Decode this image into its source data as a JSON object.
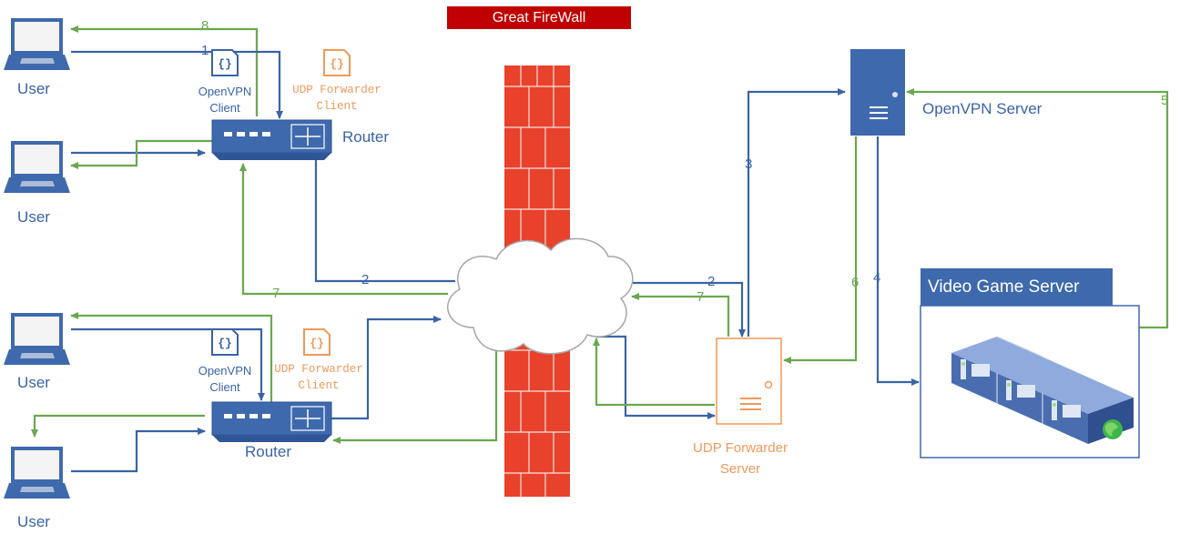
{
  "banner": {
    "great_firewall": "Great FireWall"
  },
  "users": [
    {
      "label": "User"
    },
    {
      "label": "User"
    },
    {
      "label": "User"
    },
    {
      "label": "User"
    }
  ],
  "routers": [
    {
      "label": "Router"
    },
    {
      "label": "Router"
    }
  ],
  "openvpn_client": {
    "line1": "OpenVPN",
    "line2": "Client"
  },
  "udp_forwarder_client": {
    "line1": "UDP Forwarder",
    "line2": "Client"
  },
  "openvpn_server": {
    "label": "OpenVPN Server"
  },
  "udp_forwarder_server": {
    "line1": "UDP Forwarder",
    "line2": "Server"
  },
  "video_game_server": {
    "title": "Video Game Server"
  },
  "steps": {
    "s1": "1",
    "s2a": "2",
    "s2b": "2",
    "s3": "3",
    "s4": "4",
    "s5": "5",
    "s6": "6",
    "s7a": "7",
    "s7b": "7",
    "s8": "8"
  },
  "colors": {
    "request_path": "#3a63a6",
    "response_path": "#6aa84f",
    "firewall_brick": "#e8412c",
    "banner": "#c00000",
    "udp_forwarder": "#f0995b",
    "device_blue": "#3e69ad"
  }
}
